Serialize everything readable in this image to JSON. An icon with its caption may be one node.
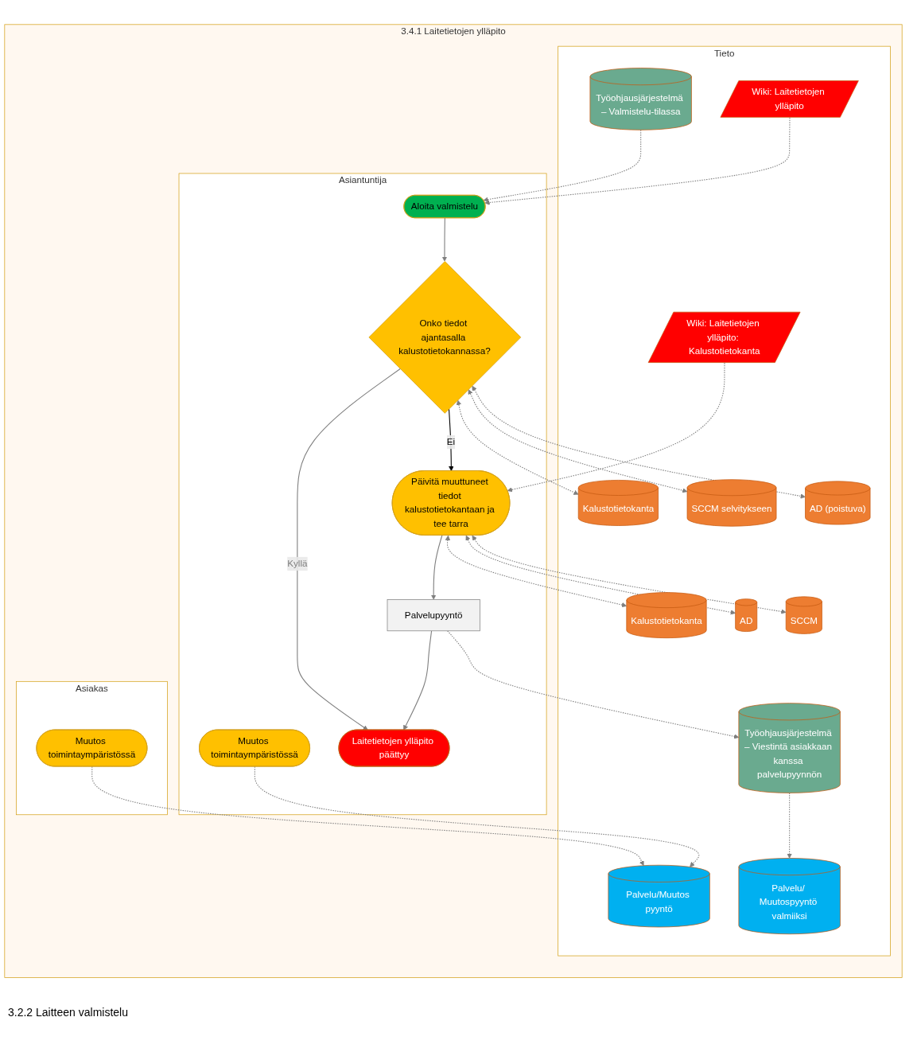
{
  "diagram": {
    "nodes": [
      {
        "text": [
          "3.4.1 Laitetietojen ylläpito"
        ]
      },
      {
        "text": [
          "Tieto"
        ],
        "in": 0
      },
      {
        "text": [
          "Asiantuntija"
        ],
        "in": 0
      },
      {
        "text": [
          "Asiakas"
        ],
        "in": 0
      },
      {
        "text": [
          "Työohjausjärjestelmä – Valmistelu-tilassa"
        ],
        "in": 1
      },
      {
        "text": [
          "Palvelu/Muutos pyyntö"
        ],
        "in": 1
      },
      {
        "text": [
          "Wiki: Laitetietojen ylläpito"
        ],
        "in": 1
      },
      {
        "text": [
          "AD (poistuva)"
        ],
        "in": 1
      },
      {
        "text": [
          "SCCM selvitykseen"
        ],
        "in": 1
      },
      {
        "text": [
          "Kalustotietokanta"
        ],
        "in": 1
      },
      {
        "text": [
          "SCCM"
        ],
        "in": 1
      },
      {
        "text": [
          "AD"
        ],
        "in": 1
      },
      {
        "text": [
          "Kalustotietokanta"
        ],
        "in": 1
      },
      {
        "text": [
          "Wiki: Laitetietojen ylläpito: Kalustotietokanta"
        ],
        "in": 1
      },
      {
        "text": [
          "Työohjausjärjestelmä – Viestintä asiakkaan kanssa palvelupyynnön"
        ],
        "in": 1
      },
      {
        "text": [
          "Palvelu/ Muutospyyntö valmiiksi"
        ],
        "in": 1
      },
      {
        "text": [
          "Aloita valmistelu"
        ],
        "in": 2
      },
      {
        "text": [
          "Onko tiedot ajantasalla kalustotietokannassa?"
        ],
        "in": 2
      },
      {
        "text": [
          "Päivitä muuttuneet tiedot kalustotietokantaan ja tee tarra"
        ],
        "in": 2
      },
      {
        "text": [
          "Palvelupyyntö"
        ],
        "in": 2
      },
      {
        "text": [
          "Laitetietojen ylläpito päättyy"
        ],
        "in": 2
      },
      {
        "text": [
          "Muutos toimintaympäristössä"
        ],
        "in": 2
      },
      {
        "text": [
          "Muutos toimintaympäristössä"
        ],
        "in": 3
      }
    ],
    "edges": [
      {
        "from": 21,
        "to": 5,
        "arrow": "to",
        "style": "dashed"
      },
      {
        "from": 22,
        "to": 5,
        "arrow": "to",
        "style": "dashed"
      },
      {
        "from": 4,
        "to": 16,
        "arrow": "to",
        "style": "dashed"
      },
      {
        "from": 6,
        "to": 16,
        "arrow": "to",
        "style": "dashed"
      },
      {
        "from": 16,
        "to": 17,
        "arrow": "to"
      },
      {
        "from": 17,
        "to": 7,
        "arrow": "both",
        "style": "dashed"
      },
      {
        "from": 17,
        "to": 8,
        "arrow": "both",
        "style": "dashed"
      },
      {
        "from": 17,
        "to": 9,
        "arrow": "both",
        "style": "dashed"
      },
      {
        "from": 17,
        "to": 18,
        "arrow": "to",
        "label": "Ei",
        "color": "#000000"
      },
      {
        "from": 17,
        "to": 20,
        "arrow": "to",
        "label": "Kyllä"
      },
      {
        "from": 18,
        "to": 10,
        "arrow": "both",
        "style": "dashed"
      },
      {
        "from": 18,
        "to": 11,
        "arrow": "both",
        "style": "dashed"
      },
      {
        "from": 18,
        "to": 12,
        "arrow": "both",
        "style": "dashed"
      },
      {
        "from": 13,
        "to": 18,
        "arrow": "to",
        "style": "dashed"
      },
      {
        "from": 18,
        "to": 19,
        "arrow": "to"
      },
      {
        "from": 19,
        "to": 14,
        "arrow": "to",
        "style": "dashed"
      },
      {
        "from": 19,
        "to": 20,
        "arrow": "to"
      },
      {
        "from": 14,
        "to": 15,
        "arrow": "to",
        "style": "dashed"
      }
    ],
    "labels": [
      "3.2.2 Laitteen valmistelu"
    ]
  }
}
